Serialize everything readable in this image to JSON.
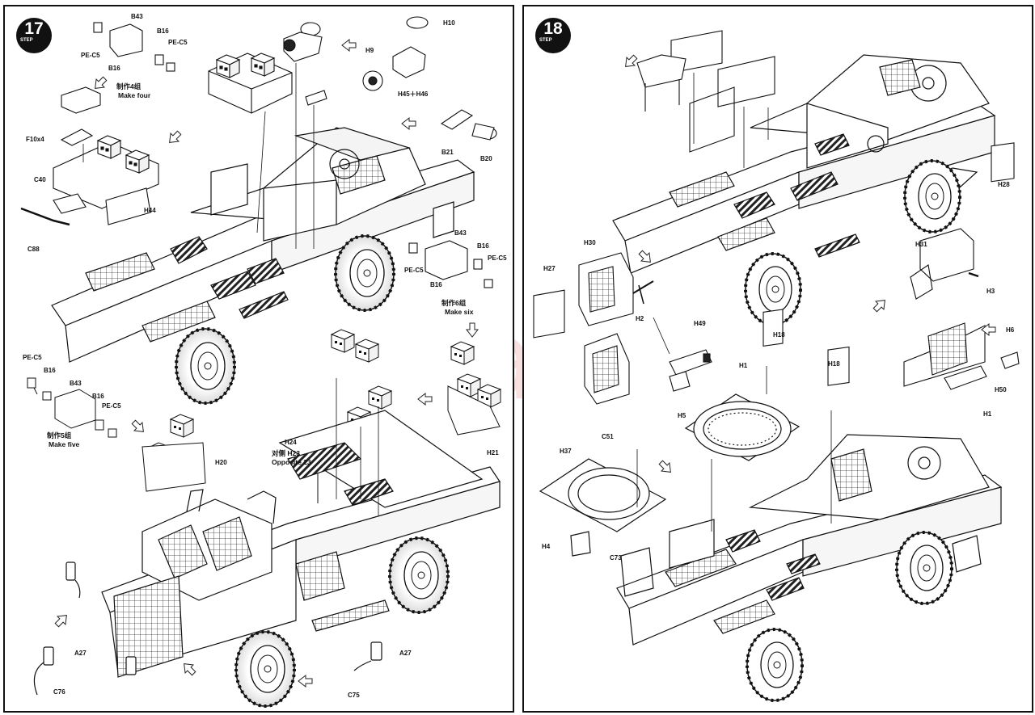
{
  "watermark": "modelartikl.cz",
  "steps": [
    {
      "number": "17",
      "step_word": "STEP",
      "labels": {
        "pe_c5_a": "PE-C5",
        "b43_a": "B43",
        "b16_a1": "B16",
        "b16_a2": "B16",
        "pe_c5_a2": "PE-C5",
        "h10": "H10",
        "h9": "H9",
        "h45_h46": "H45＋H46",
        "b21": "B21",
        "b20": "B20",
        "f10x4": "F10x4",
        "c40": "C40",
        "c88": "C88",
        "h44": "H44",
        "b43_b": "B43",
        "b16_b1": "B16",
        "b16_b2": "B16",
        "pe_c5_b1": "PE-C5",
        "pe_c5_b2": "PE-C5",
        "pe_c5_c1": "PE-C5",
        "b16_c1": "B16",
        "b43_c": "B43",
        "b16_c2": "B16",
        "pe_c5_c2": "PE-C5",
        "h20": "H20",
        "h21": "H21",
        "h24": "H24",
        "a27_left": "A27",
        "c76": "C76",
        "a27_right": "A27",
        "c75": "C75"
      },
      "notes": {
        "make_four_cn": "制作4组",
        "make_four_en": "Make four",
        "make_six_cn": "制作6组",
        "make_six_en": "Make six",
        "make_five_cn": "制作5组",
        "make_five_en": "Make five",
        "opposite_cn": "对侧 H23",
        "opposite_en": "Opposite 23"
      }
    },
    {
      "number": "18",
      "step_word": "STEP",
      "labels": {
        "h27": "H27",
        "h30": "H30",
        "h2": "H2",
        "h49": "H49",
        "h1_a": "H1",
        "h5": "H5",
        "h18_a": "H18",
        "h18_b": "H18",
        "h28": "H28",
        "h31": "H31",
        "h3": "H3",
        "h6": "H6",
        "h50": "H50",
        "h1_b": "H1",
        "h37": "H37",
        "c51": "C51",
        "h4": "H4",
        "c73": "C73"
      }
    }
  ]
}
